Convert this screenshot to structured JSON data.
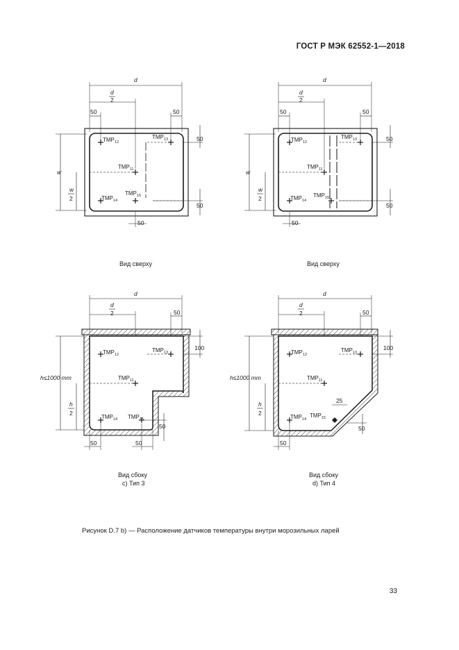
{
  "header": {
    "standard": "ГОСТ Р МЭК 62552-1—2018"
  },
  "figure": {
    "caption": "Рисунок D.7  b) — Расположение датчиков температуры внутри морозильных ларей",
    "symbols": {
      "d": "d",
      "d_half_num": "d",
      "d_half_den": "2",
      "w": "w",
      "w_half_num": "w",
      "w_half_den": "2",
      "h": "h≤1000 mm",
      "h_half_num": "h",
      "h_half_den": "2"
    },
    "dims": {
      "fifty": "50",
      "hundred": "100",
      "twentyfive": "25"
    },
    "sensors": {
      "prefix": "TMP",
      "s11": "11",
      "s12": "12",
      "s13": "13",
      "s14": "14",
      "s15": "15"
    },
    "views": {
      "top_left": "Вид сверху",
      "top_right": "Вид сверху",
      "side_left": "Вид сбоку",
      "side_left_type": "c) Тип 3",
      "side_right": "Вид сбоку",
      "side_right_type": "d) Тип 4"
    }
  },
  "page_number": "33"
}
